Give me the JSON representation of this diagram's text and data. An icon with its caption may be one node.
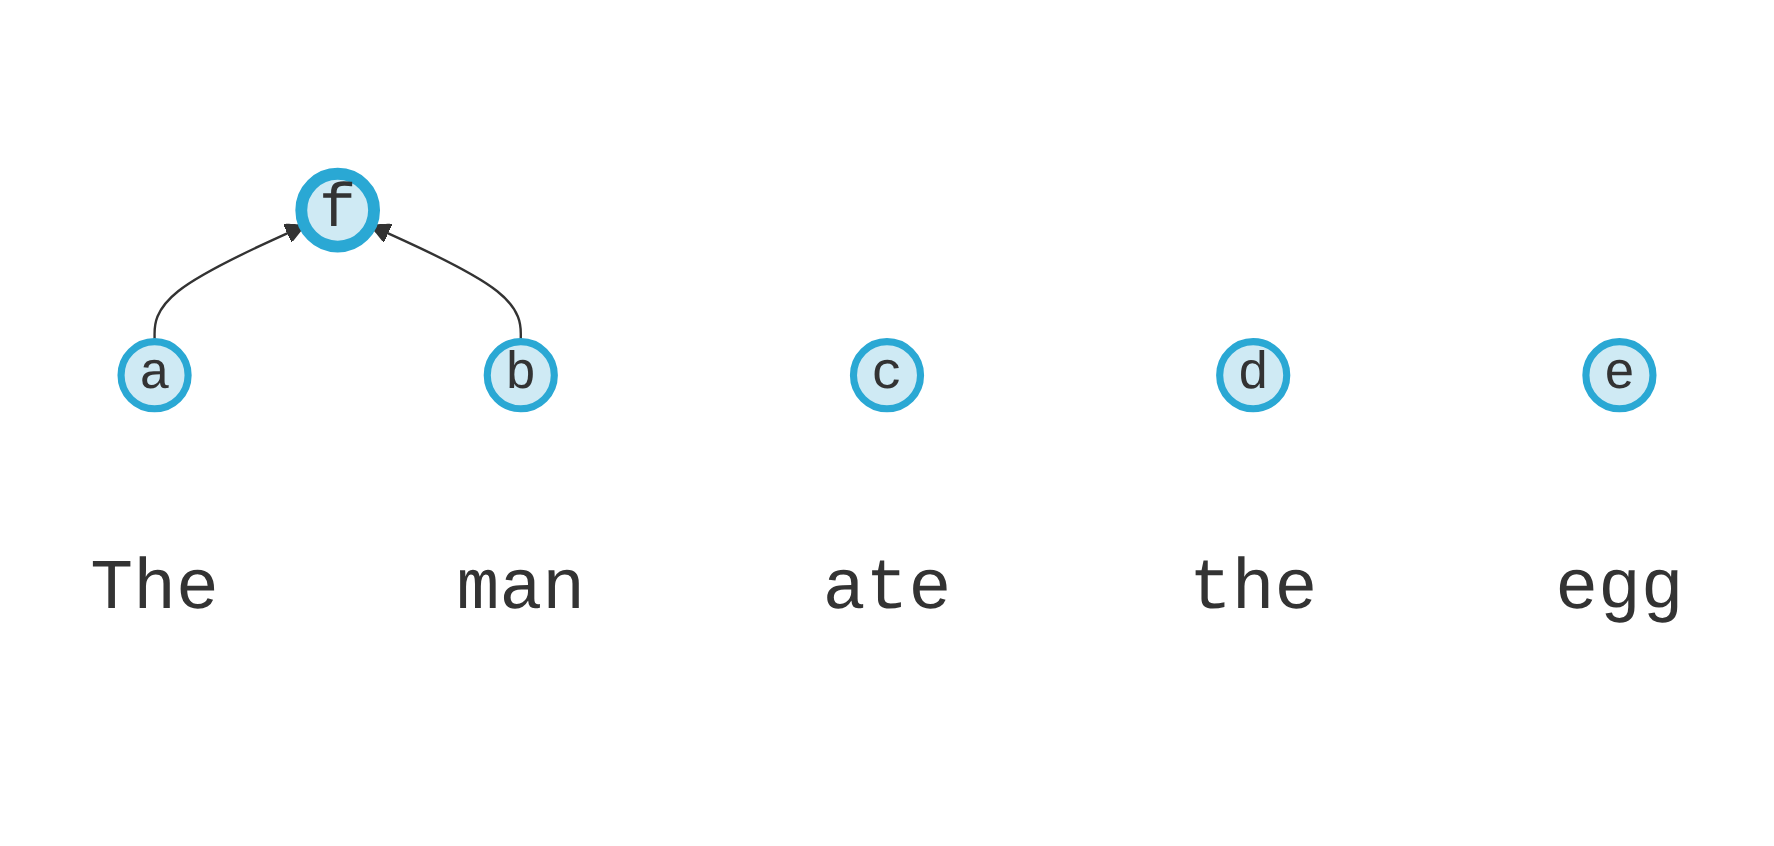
{
  "diagram": {
    "nodes": [
      {
        "text": [
          "f"
        ]
      },
      {
        "text": [
          "a"
        ],
        "beside": [
          "The"
        ]
      },
      {
        "text": [
          "b"
        ],
        "beside": [
          "man"
        ]
      },
      {
        "text": [
          "c"
        ],
        "beside": [
          "ate"
        ]
      },
      {
        "text": [
          "d"
        ],
        "beside": [
          "the"
        ]
      },
      {
        "text": [
          "e"
        ],
        "beside": [
          "egg"
        ]
      }
    ],
    "edges": [
      {
        "from": 1,
        "to": 0,
        "arrow": "to"
      },
      {
        "from": 2,
        "to": 0,
        "arrow": "to"
      }
    ]
  }
}
